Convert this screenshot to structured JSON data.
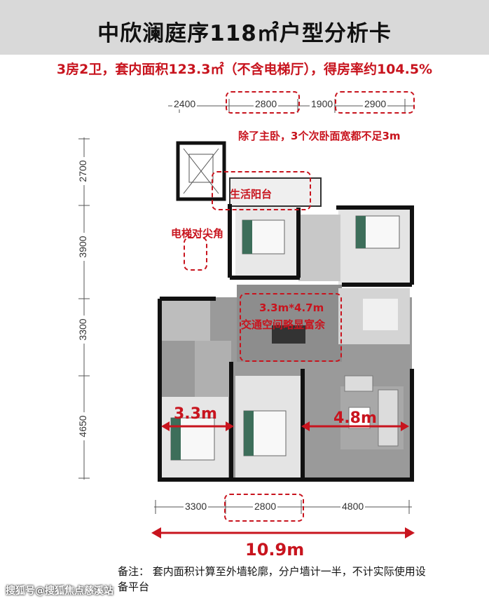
{
  "title": "中欣澜庭序118㎡户型分析卡",
  "subtitle": "3房2卫，套内面积123.3㎡（不含电梯厅），得房率约104.5%",
  "dims_top": [
    "2400",
    "2800",
    "1900",
    "2900"
  ],
  "dims_left": [
    "2700",
    "3900",
    "3300",
    "4650"
  ],
  "dims_bottom": [
    "3300",
    "2800",
    "4800"
  ],
  "annotations": {
    "bedrooms_width_note": "除了主卧，3个次卧面宽都不足3m",
    "balcony": "生活阳台",
    "elevator": "电梯对尖角",
    "hall_size": "3.3m*4.7m",
    "hall_note": "交通空间略显富余",
    "room_left_width": "3.3m",
    "living_width": "4.8m",
    "total_width": "10.9m"
  },
  "footnote": "备注：  套内面积计算至外墙轮廓，分户墙计一半，不计实际使用设备平台",
  "watermark": "搜狐号@搜狐焦点慈溪站",
  "colors": {
    "accent_red": "#c8141e",
    "title_bar": "#d9d9d9"
  }
}
